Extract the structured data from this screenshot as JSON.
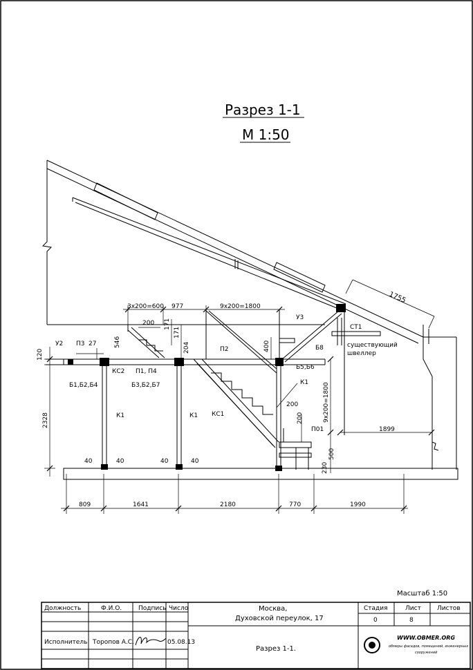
{
  "title": {
    "section": "Разрез 1-1",
    "scale": "М 1:50"
  },
  "labels": {
    "y2": "У2",
    "p3": "П3",
    "d27": "27",
    "d546": "546",
    "kc2": "КС2",
    "p1p4": "П1, П4",
    "b1b2b4": "Б1,Б2,Б4",
    "b3b2b7": "Б3,Б2,Б7",
    "d200a": "200",
    "d171a": "171",
    "d171b": "171",
    "d204": "204",
    "d3x200": "3х200=600",
    "d977": "977",
    "d9x200": "9х200=1800",
    "y3": "У3",
    "d400": "400",
    "p2": "П2",
    "b8": "Б8",
    "b5b6": "Б5,Б6",
    "k1a": "К1",
    "kc1": "КС1",
    "d200b": "200",
    "d200c": "200",
    "d9x200v": "9х200=1800",
    "p01": "П01",
    "d230": "230",
    "d500": "500",
    "k1b": "К1",
    "k1c": "К1",
    "d40a": "40",
    "d40b": "40",
    "d40c": "40",
    "d40d": "40",
    "d120": "120",
    "d2328": "2328",
    "d1755": "1755",
    "st1": "СТ1",
    "existing1": "существующий",
    "existing2": "швеллер",
    "d1899": "1899"
  },
  "bottom_dims": [
    "809",
    "1641",
    "2180",
    "770",
    "1990"
  ],
  "scale_note": "Масштаб 1:50",
  "titleblock": {
    "col_position": "Должность",
    "col_name": "Ф.И.О.",
    "col_sign": "Подпись",
    "col_date": "Число",
    "address1": "Москва,",
    "address2": "Духовской переулок, 17",
    "stage_h": "Стадия",
    "sheet_h": "Лист",
    "sheets_h": "Листов",
    "stage_v": "0",
    "sheet_v": "8",
    "role": "Исполнитель",
    "person": "Торопов А.С.",
    "date": "05.08.13",
    "drawing_name": "Разрез 1-1.",
    "logo_url": "WWW.OBMER.ORG",
    "logo_sub1": "обмеры фасадов, помещений, инженерных",
    "logo_sub2": "сооружений"
  }
}
